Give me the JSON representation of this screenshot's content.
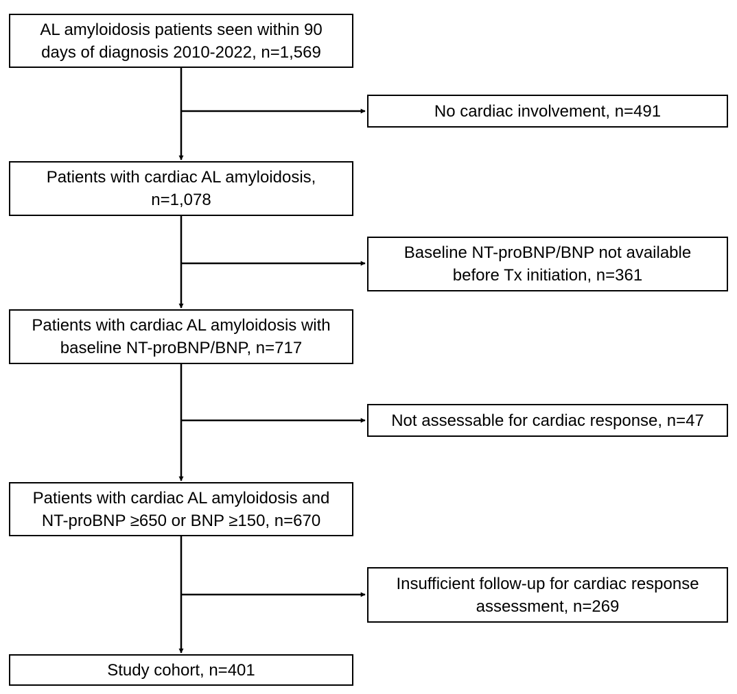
{
  "flowchart": {
    "main_steps": [
      {
        "lines": [
          "AL amyloidosis patients seen within 90",
          "days of diagnosis 2010-2022, n=1,569"
        ]
      },
      {
        "lines": [
          "Patients with cardiac AL amyloidosis,",
          "n=1,078"
        ]
      },
      {
        "lines": [
          "Patients with cardiac AL amyloidosis with",
          "baseline NT-proBNP/BNP, n=717"
        ]
      },
      {
        "lines": [
          "Patients with cardiac AL amyloidosis and",
          "NT-proBNP ≥650 or BNP ≥150, n=670"
        ]
      },
      {
        "lines": [
          "Study cohort, n=401"
        ]
      }
    ],
    "exclusions": [
      {
        "lines": [
          "No cardiac involvement, n=491"
        ]
      },
      {
        "lines": [
          "Baseline NT-proBNP/BNP not available",
          "before Tx initiation, n=361"
        ]
      },
      {
        "lines": [
          "Not assessable for cardiac response, n=47"
        ]
      },
      {
        "lines": [
          "Insufficient follow-up for cardiac response",
          "assessment, n=269"
        ]
      }
    ]
  }
}
